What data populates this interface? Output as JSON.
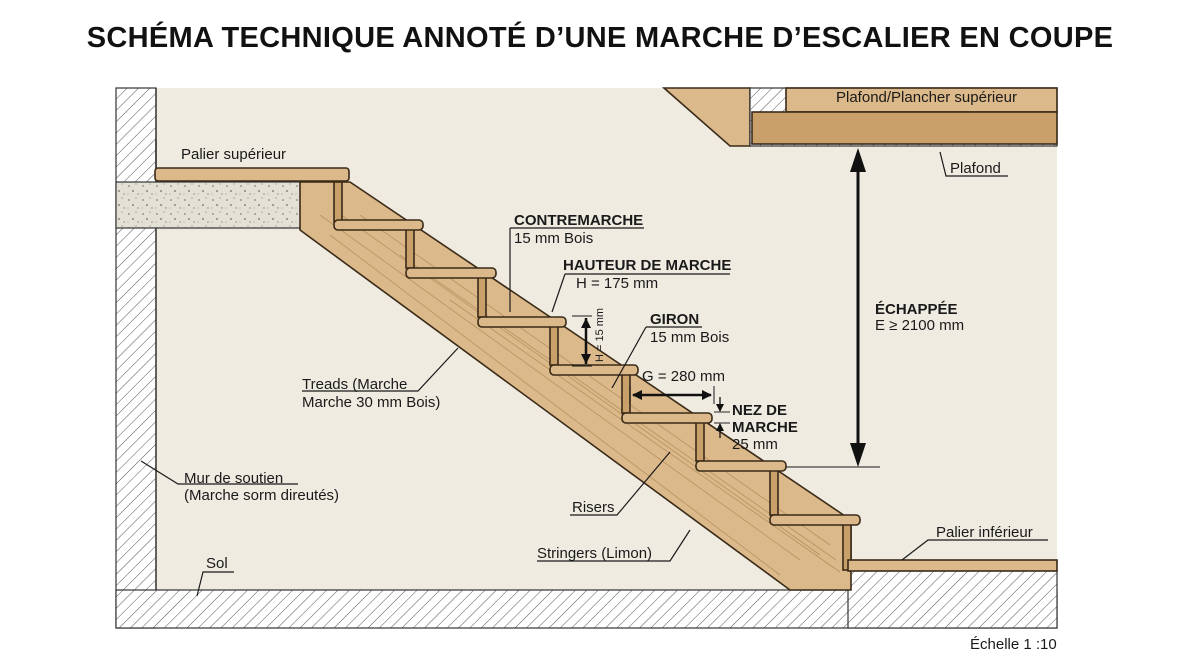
{
  "title": "SCHÉMA TECHNIQUE ANNOTÉ D’UNE MARCHE D’ESCALIER EN COUPE",
  "labels": {
    "plafond_plancher": "Plafond/Plancher supérieur",
    "plafond": "Plafond",
    "palier_sup": "Palier supérieur",
    "contremarche_title": "CONTREMARCHE",
    "contremarche_sub": "15 mm Bois",
    "hauteur_title": "HAUTEUR DE MARCHE",
    "hauteur_sub": "H = 175 mm",
    "h_vertical": "H = 15 mm",
    "giron_title": "GIRON",
    "giron_sub": "15 mm Bois",
    "g_dim": "G = 280 mm",
    "nez_line1": "NEZ DE",
    "nez_line2": "MARCHE",
    "nez_sub": "25 mm",
    "echappee_title": "ÉCHAPPÉE",
    "echappee_sub": "E ≥ 2100 mm",
    "treads_line1": "Treads (Marche",
    "treads_line2": "Marche 30 mm Bois)",
    "mur_line1": "Mur de soutien",
    "mur_line2": "(Marche sorm direutés)",
    "risers": "Risers",
    "stringers": "Stringers (Limon)",
    "palier_inf": "Palier inférieur",
    "sol": "Sol",
    "echelle": "Échelle 1 :10"
  },
  "colors": {
    "wall_bg": "#efebe1",
    "wood": "#dcb98a",
    "wood_dark": "#c9a06a",
    "concrete": "#dcd8cc",
    "line": "#1a1a1a"
  }
}
